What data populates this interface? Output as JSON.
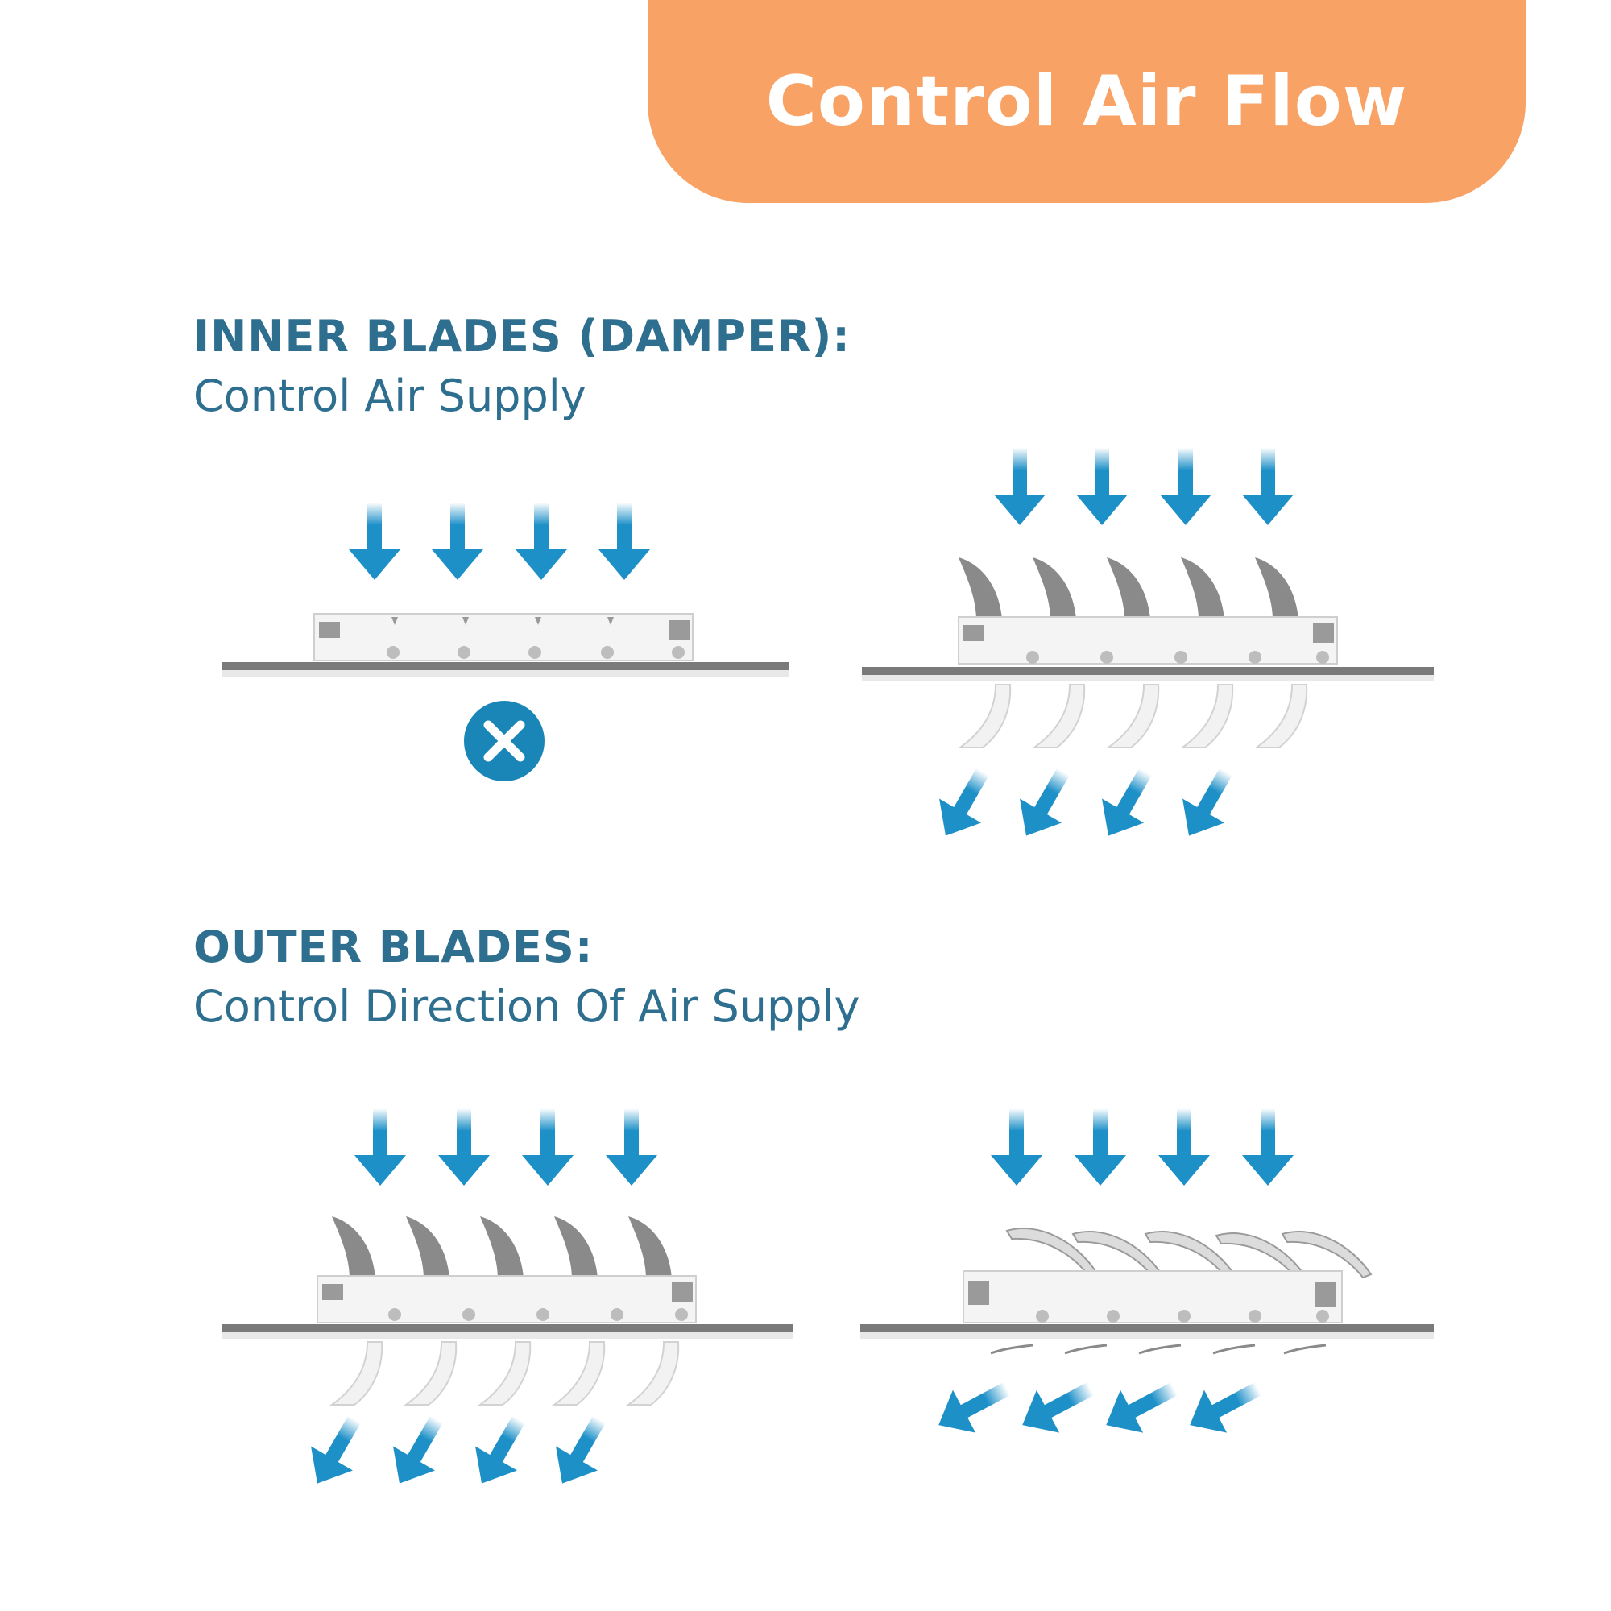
{
  "banner": {
    "title": "Control Air Flow"
  },
  "sections": [
    {
      "heading": "INNER BLADES (DAMPER):",
      "subtitle": "Control Air Supply"
    },
    {
      "heading": "OUTER BLADES:",
      "subtitle": "Control Direction Of Air Supply"
    }
  ],
  "colors": {
    "banner": "#F9A265",
    "heading_text": "#2E6E8E",
    "arrow": "#1E90C8",
    "blocked_badge": "#1A86B8",
    "blade_inner": "#8A8A8A",
    "blade_outer": "#F2F2F2",
    "rail": "#7A7A7A"
  },
  "icons": {
    "blocked": "close-x-icon",
    "airflow": "arrow-down-icon"
  }
}
